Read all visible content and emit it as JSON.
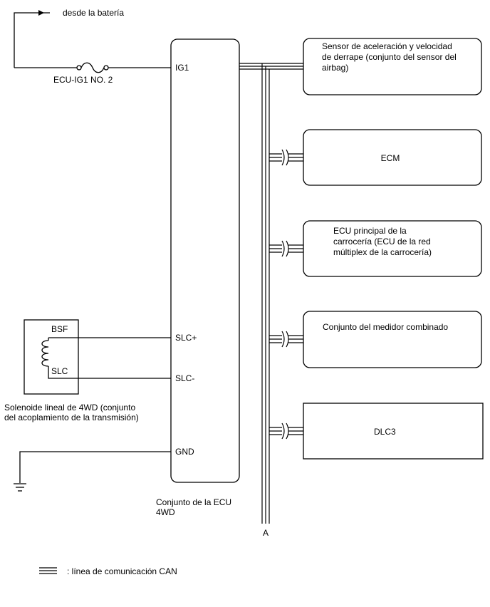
{
  "battery": {
    "label": "desde la batería"
  },
  "fuse": {
    "label": "ECU-IG1 NO. 2"
  },
  "ecu": {
    "name_line1": "Conjunto de la ECU",
    "name_line2": "4WD",
    "pins": {
      "ig1": "IG1",
      "slc_plus": "SLC+",
      "slc_minus": "SLC-",
      "gnd": "GND"
    }
  },
  "solenoid": {
    "pins": {
      "bsf": "BSF",
      "slc": "SLC"
    },
    "name_line1": "Solenoide lineal de 4WD (conjunto",
    "name_line2": "del acoplamiento de la transmisión)"
  },
  "modules": {
    "airbag": {
      "line1": "Sensor de aceleración y velocidad",
      "line2": "de derrape (conjunto del sensor del",
      "line3": "airbag)"
    },
    "ecm": {
      "line1": "ECM"
    },
    "body": {
      "line1": "ECU principal de la",
      "line2": "carrocería (ECU de la red",
      "line3": "múltiplex de la carrocería)"
    },
    "meter": {
      "line1": "Conjunto del medidor combinado"
    },
    "dlc3": {
      "line1": "DLC3"
    }
  },
  "bus": {
    "end_label": "A"
  },
  "legend": {
    "label": ": línea de comunicación CAN"
  }
}
